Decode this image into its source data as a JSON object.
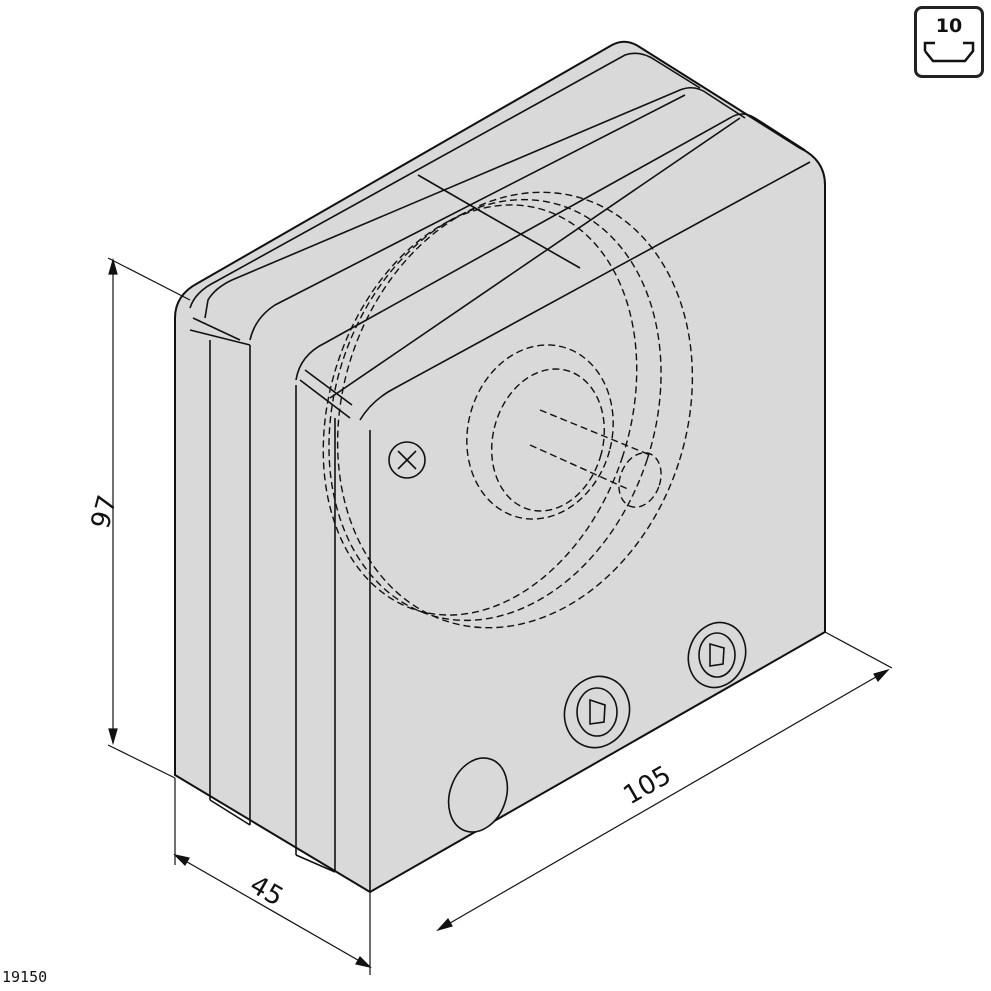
{
  "drawing": {
    "part_number": "19150",
    "dimensions": {
      "height": "97",
      "depth": "45",
      "width": "105"
    },
    "badge": {
      "value": "10",
      "icon": "slot-profile-icon"
    },
    "fill_color": "#d9d9d9",
    "line_color": "#111111"
  }
}
